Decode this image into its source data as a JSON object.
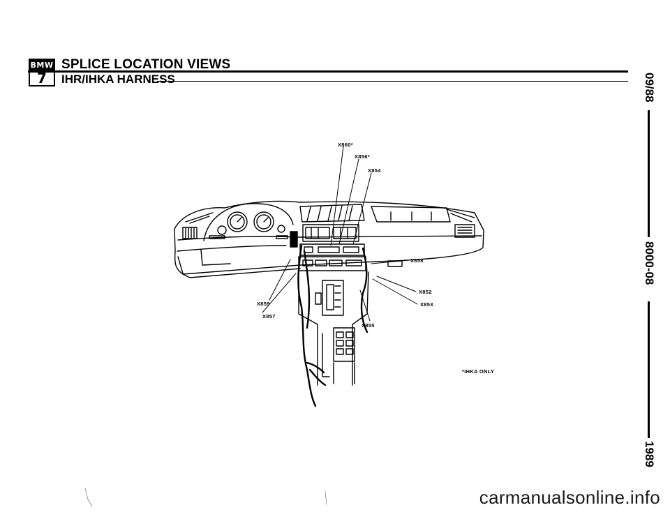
{
  "header": {
    "logo_top": "BMW",
    "logo_bottom": "7",
    "title": "SPLICE LOCATION VIEWS",
    "subtitle": "IHR/IHKA HARNESS"
  },
  "side_margin": {
    "date": "09/88",
    "doc_number": "8000-08",
    "year": "1989"
  },
  "diagram": {
    "labels": {
      "x860": "X860*",
      "x856": "X856*",
      "x854": "X854",
      "x858": "X858",
      "x852": "X852",
      "x853": "X853",
      "x859": "X859",
      "x857": "X857",
      "x855": "X855"
    },
    "footnote": "*IHKA ONLY"
  },
  "watermark": "carmanualsonline.info"
}
